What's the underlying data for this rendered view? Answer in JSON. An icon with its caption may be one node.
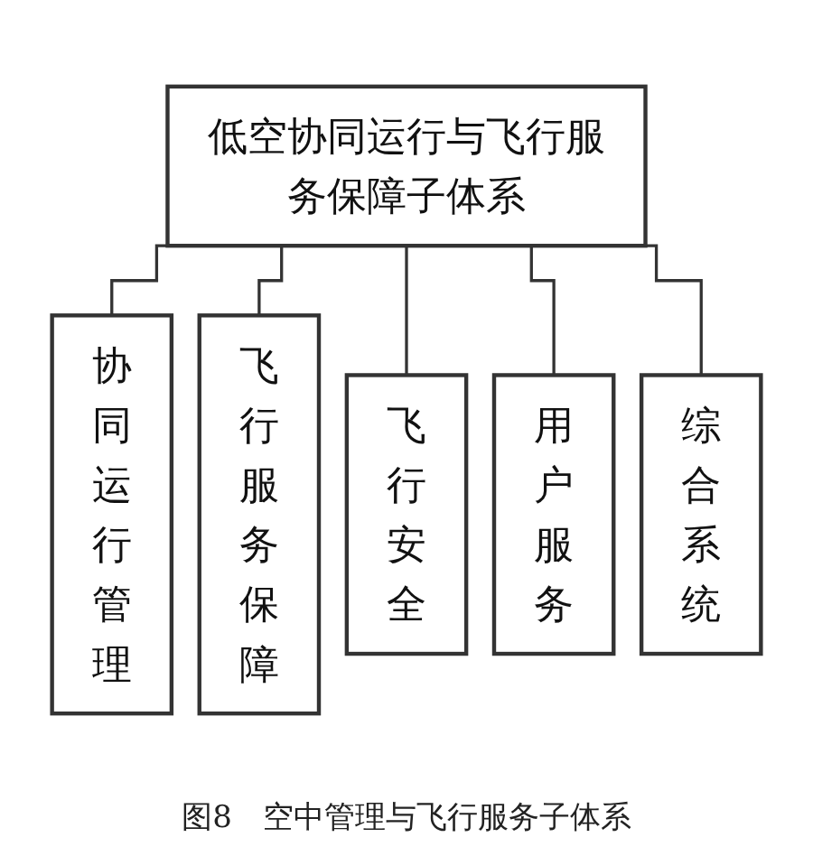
{
  "diagram": {
    "caption": "图8　空中管理与飞行服务子体系",
    "nodes": [
      {
        "text": [
          "低空协同运行与飞行服务保障子体系"
        ]
      },
      {
        "text": [
          "协同运行管理"
        ]
      },
      {
        "text": [
          "飞行服务保障"
        ]
      },
      {
        "text": [
          "飞行安全"
        ]
      },
      {
        "text": [
          "用户服务"
        ]
      },
      {
        "text": [
          "综合系统"
        ]
      }
    ],
    "edges": [
      {
        "from": 0,
        "to": 1,
        "arrow": "none"
      },
      {
        "from": 0,
        "to": 2,
        "arrow": "none"
      },
      {
        "from": 0,
        "to": 3,
        "arrow": "none"
      },
      {
        "from": 0,
        "to": 4,
        "arrow": "none"
      },
      {
        "from": 0,
        "to": 5,
        "arrow": "none"
      }
    ]
  }
}
